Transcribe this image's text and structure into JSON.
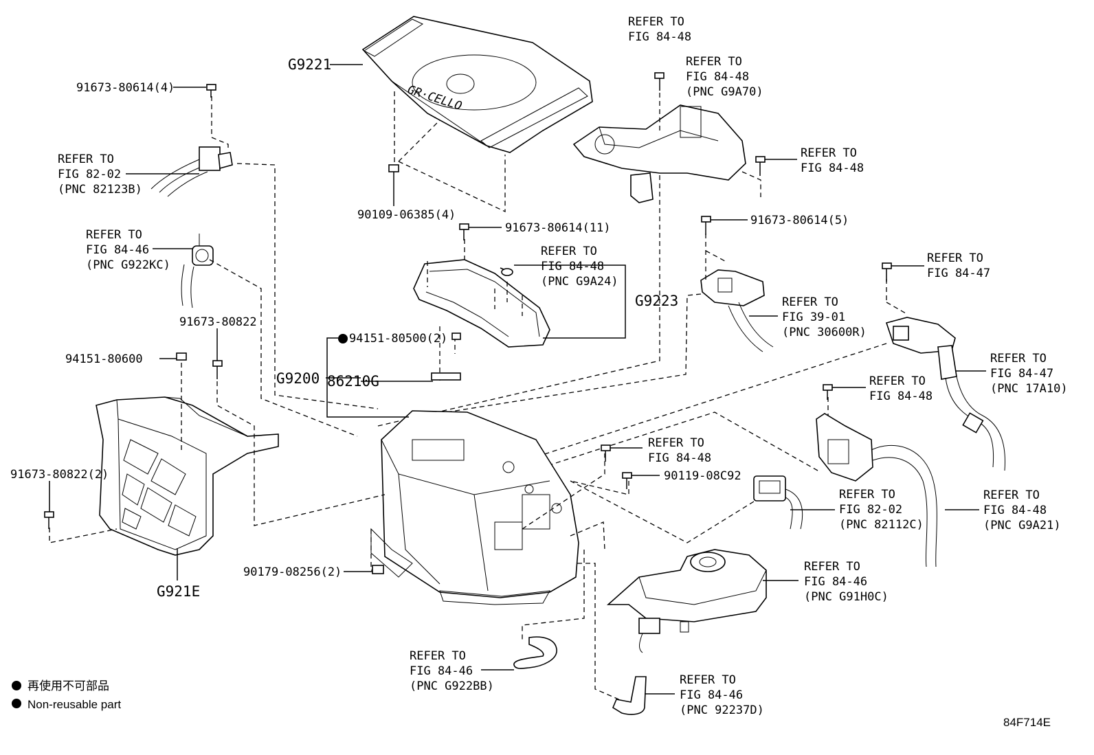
{
  "parts": {
    "g9221": "G9221",
    "g9223": "G9223",
    "g9200": "G9200",
    "g921e": "G921E",
    "p86210g": "86210G",
    "bolt_tl": "91673-80614(4)",
    "nut_cover": "90109-06385(4)",
    "bolt_11": "91673-80614(11)",
    "bolt_5": "91673-80614(5)",
    "nonreusable_94151_500": "94151-80500(2)",
    "nut_94151_600": "94151-80600",
    "bolt_80822": "91673-80822",
    "bolt_80822_2": "91673-80822(2)",
    "bolt_90119": "90119-08C92",
    "nut_90179": "90179-08256(2)"
  },
  "refer": {
    "r1": [
      "REFER TO",
      "FIG 82-02",
      "(PNC 82123B)"
    ],
    "r2": [
      "REFER TO",
      "FIG 84-46",
      "(PNC G922KC)"
    ],
    "r3": [
      "REFER TO",
      "FIG 84-48"
    ],
    "r4": [
      "REFER TO",
      "FIG 84-48",
      "(PNC G9A70)"
    ],
    "r5": [
      "REFER TO",
      "FIG 84-48"
    ],
    "r6": [
      "REFER TO",
      "FIG 84-48",
      "(PNC G9A24)"
    ],
    "r7": [
      "REFER TO",
      "FIG 39-01",
      "(PNC 30600R)"
    ],
    "r8": [
      "REFER TO",
      "FIG 84-47"
    ],
    "r9": [
      "REFER TO",
      "FIG 84-47",
      "(PNC 17A10)"
    ],
    "r10": [
      "REFER TO",
      "FIG 84-48"
    ],
    "r11": [
      "REFER TO",
      "FIG 84-48"
    ],
    "r12": [
      "REFER TO",
      "FIG 82-02",
      "(PNC 82112C)"
    ],
    "r13": [
      "REFER TO",
      "FIG 84-48",
      "(PNC G9A21)"
    ],
    "r14": [
      "REFER TO",
      "FIG 84-46",
      "(PNC G91H0C)"
    ],
    "r15": [
      "REFER TO",
      "FIG 84-46",
      "(PNC G922BB)"
    ],
    "r16": [
      "REFER TO",
      "FIG 84-46",
      "(PNC 92237D)"
    ]
  },
  "legend": {
    "japanese": "再使用不可部品",
    "english": "Non-reusable part"
  },
  "figure_id": "84F714E"
}
